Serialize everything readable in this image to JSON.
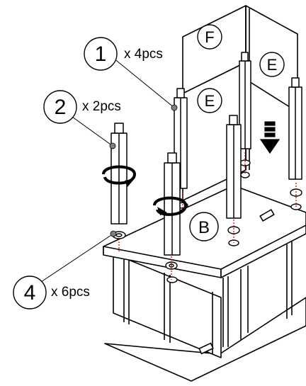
{
  "callouts": {
    "part1": {
      "number": "1",
      "qty": "x 4pcs"
    },
    "part2": {
      "number": "2",
      "qty": "x 2pcs"
    },
    "part4": {
      "number": "4",
      "qty": "x 6pcs"
    }
  },
  "panel_letters": {
    "f": "F",
    "e_back": "E",
    "e_front": "E",
    "b": "B"
  },
  "colors": {
    "line": "#000000",
    "paper": "#ffffff",
    "dash": "#d00000",
    "dot": "#808080"
  },
  "icons": [
    "rotate-arrow-icon",
    "rotate-arrow-icon",
    "insert-down-arrow-icon"
  ]
}
